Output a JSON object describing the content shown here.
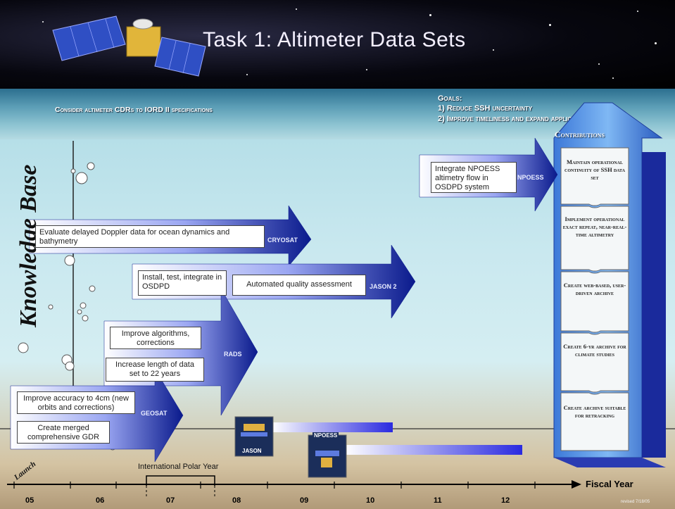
{
  "title": "Task 1: Altimeter Data Sets",
  "header": {
    "left_note": "Consider altimeter CDRs to IORD II specifications",
    "goals_label": "Goals:",
    "goal_1": "1) Reduce SSH uncertainty",
    "goal_2": "2) Improve timeliness and expand applications",
    "contributions_label": "Contributions"
  },
  "knowledge_base": "Knowledge Base",
  "launch_label": "Launch",
  "arrows": {
    "npoess": {
      "label": "NPOESS",
      "box": "Integrate NPOESS altimetry flow in OSDPD system"
    },
    "cryosat": {
      "label": "CRYOSAT",
      "box": "Evaluate delayed Doppler data for ocean dynamics and bathymetry"
    },
    "jason2": {
      "label": "JASON 2",
      "box_1": "Install, test, integrate in OSDPD",
      "box_2": "Automated quality assessment"
    },
    "rads": {
      "label": "RADS",
      "box_1": "Improve algorithms, corrections",
      "box_2": "Increase length of data set to 22 years"
    },
    "geosat": {
      "label": "GEOSAT",
      "box_1": "Improve accuracy to 4cm (new orbits and corrections)",
      "box_2": "Create merged comprehensive GDR"
    }
  },
  "contributions": [
    "Maintain operational continuity of SSH data set",
    "Implement operational exact repeat, near-real-time altimetry",
    "Create web-based, user-driven archive",
    "Create 6-yr archive for climate studies",
    "Create archive suitable for retracking"
  ],
  "missions": {
    "jason": "JASON",
    "npoess": "NPOESS"
  },
  "polar_year": "International Polar Year",
  "timeline": {
    "axis_label": "Fiscal Year",
    "ticks": [
      "05",
      "06",
      "07",
      "08",
      "09",
      "10",
      "11",
      "12"
    ]
  },
  "revised": "revised 7/18/05",
  "colors": {
    "arrow_dark": "#0a1a8c",
    "arrow_light": "#c8d0ff",
    "column": "#5c9ce8"
  }
}
